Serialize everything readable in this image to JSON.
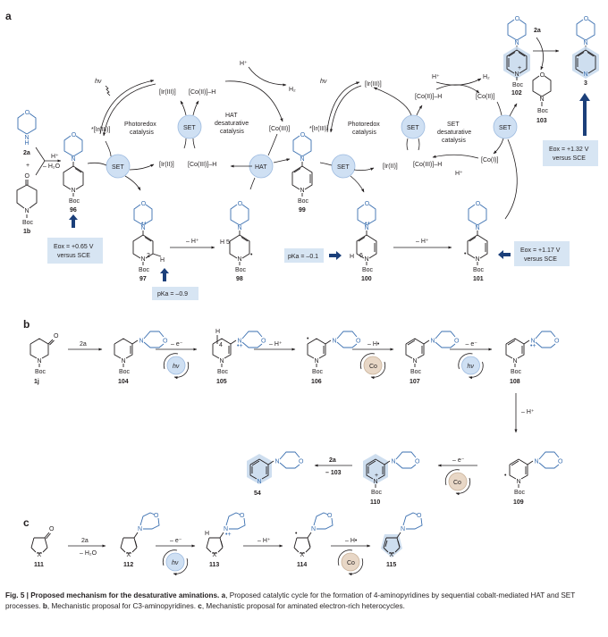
{
  "figure": {
    "panels": {
      "a": "a",
      "b": "b",
      "c": "c"
    },
    "panel_a": {
      "cycle_labels": {
        "photoredox_left": [
          "Photoredox",
          "catalysis"
        ],
        "hat": [
          "HAT",
          "desaturative",
          "catalysis"
        ],
        "photoredox_right": [
          "Photoredox",
          "catalysis"
        ],
        "set_desat": [
          "SET",
          "desaturative",
          "catalysis"
        ]
      },
      "species": {
        "hv": "hν",
        "ir3": "[Ir(III)]",
        "ir3_star": "*[Ir(III)]",
        "ir2": "[Ir(II)]",
        "co2h": "[Co(II)]–H",
        "co3h": "[Co(III)]–H",
        "co2": "[Co(II)]",
        "co1": "[Co(I)]",
        "co3": "[Co(III)]",
        "hplus": "H⁺",
        "h2": "H₂",
        "minus_h2o": "– H₂O",
        "minus_hplus": "– H⁺",
        "plus": "+"
      },
      "bubbles": [
        "SET",
        "SET",
        "HAT",
        "SET",
        "SET",
        "SET"
      ],
      "compounds": [
        "2a",
        "1b",
        "96",
        "97",
        "98",
        "99",
        "100",
        "101",
        "102",
        "103",
        "3"
      ],
      "atom_numbers": {
        "c2": "2",
        "c5": "5",
        "c6": "6"
      },
      "info_boxes": {
        "eox_96": [
          "Eox = +0.65 V",
          "versus SCE"
        ],
        "pka_97": "pKa = –0.9",
        "pka_100": "pKa = –0.1",
        "eox_101": [
          "Eox = +1.17 V",
          "versus SCE"
        ],
        "eox_3": [
          "Eox = +1.32 V",
          "versus SCE"
        ]
      },
      "reagent_2a": "2a"
    },
    "panel_b": {
      "compounds": [
        "1j",
        "104",
        "105",
        "106",
        "107",
        "108",
        "109",
        "110",
        "54"
      ],
      "arrows": [
        "2a",
        "– e⁻",
        "– H⁺",
        "– H•",
        "– e⁻",
        "– H⁺",
        "– e⁻",
        "2a",
        "– 103"
      ],
      "catalysts": [
        "hν",
        "Co",
        "hν",
        "Co"
      ],
      "atom_number": "4"
    },
    "panel_c": {
      "compounds": [
        "111",
        "112",
        "113",
        "114",
        "115"
      ],
      "arrows": [
        "2a",
        "– H₂O",
        "– e⁻",
        "– H⁺",
        "– H•"
      ],
      "catalysts": [
        "hν",
        "Co"
      ],
      "hetero_atom": "X"
    },
    "common": {
      "boc": "Boc",
      "N": "N",
      "O": "O",
      "H": "H"
    }
  },
  "caption": {
    "fig_label": "Fig. 5 | Proposed mechanism for the desaturative aminations.",
    "a_label": "a",
    "a_text": ", Proposed catalytic cycle for the formation of 4-aminopyridines by sequential cobalt-mediated HAT and SET processes.",
    "b_label": "b",
    "b_text": ", Mechanistic proposal for C3-aminopyridines.",
    "c_label": "c",
    "c_text": ", Mechanistic proposal for aminated electron-rich heterocycles."
  }
}
